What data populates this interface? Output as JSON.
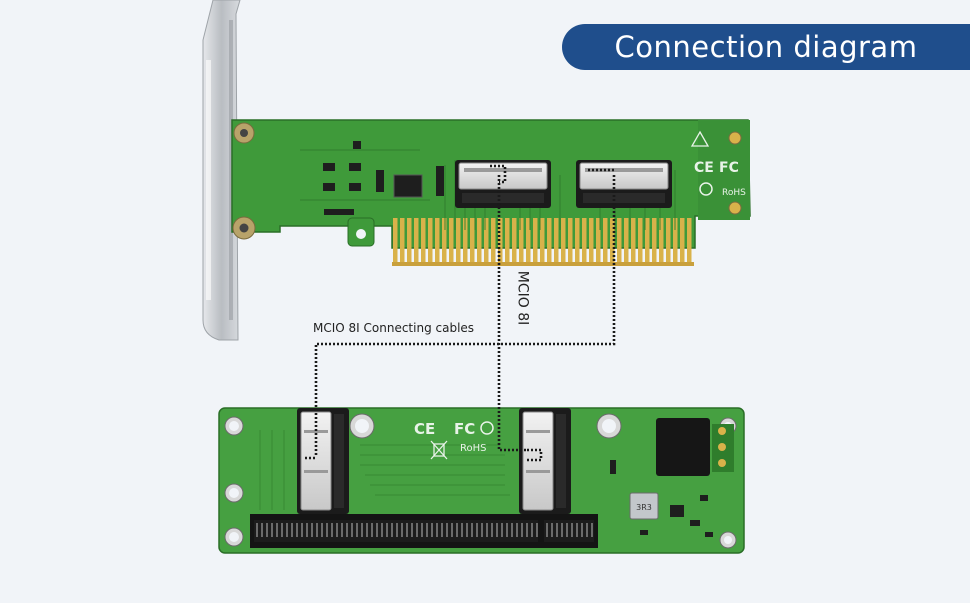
{
  "title": "Connection diagram",
  "labels": {
    "cables": "MCIO 8I Connecting cables",
    "mcio": "MCIO 8I"
  },
  "silkscreen": {
    "ce": "CE",
    "fc": "FC",
    "rohs": "RoHS",
    "chip": "3R3"
  },
  "colors": {
    "banner": "#1f4e8c",
    "pcb": "#3f9a3a",
    "pcb_dark": "#2f7d2c",
    "gold": "#d9b24a",
    "bracket": "#c9ccd0",
    "cable": "#1a1a1a"
  }
}
